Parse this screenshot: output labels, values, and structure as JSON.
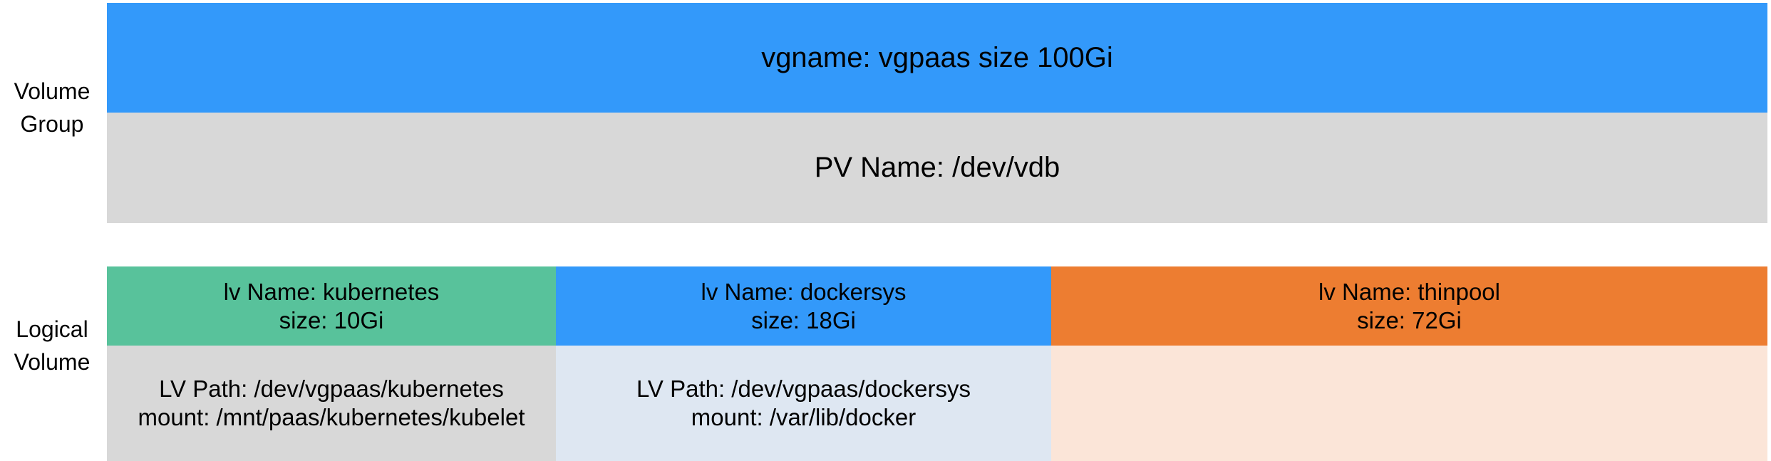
{
  "diagram": {
    "row_labels": {
      "volume_group": {
        "line1": "Volume",
        "line2": "Group"
      },
      "logical_volume": {
        "line1": "Logical",
        "line2": "Volume"
      }
    },
    "volume_group": {
      "vg_text": "vgname: vgpaas size 100Gi",
      "pv_text": "PV Name: /dev/vdb"
    },
    "logical_volumes": [
      {
        "name": "lv Name: kubernetes",
        "size": "size: 10Gi",
        "lv_path": "LV Path: /dev/vgpaas/kubernetes",
        "mount": "mount: /mnt/paas/kubernetes/kubelet",
        "bar_color": "#58c29b",
        "detail_color": "#d8d8d8"
      },
      {
        "name": "lv Name: dockersys",
        "size": "size: 18Gi",
        "lv_path": "LV Path: /dev/vgpaas/dockersys",
        "mount": "mount: /var/lib/docker",
        "bar_color": "#3399fa",
        "detail_color": "#dee7f2"
      },
      {
        "name": "lv Name: thinpool",
        "size": "size: 72Gi",
        "lv_path": "",
        "mount": "",
        "bar_color": "#ed7d31",
        "detail_color": "#fbe5d8"
      }
    ],
    "colors": {
      "vg_bar": "#3399fa",
      "pv_bar": "#d8d8d8",
      "background": "#ffffff",
      "text": "#000000"
    }
  }
}
